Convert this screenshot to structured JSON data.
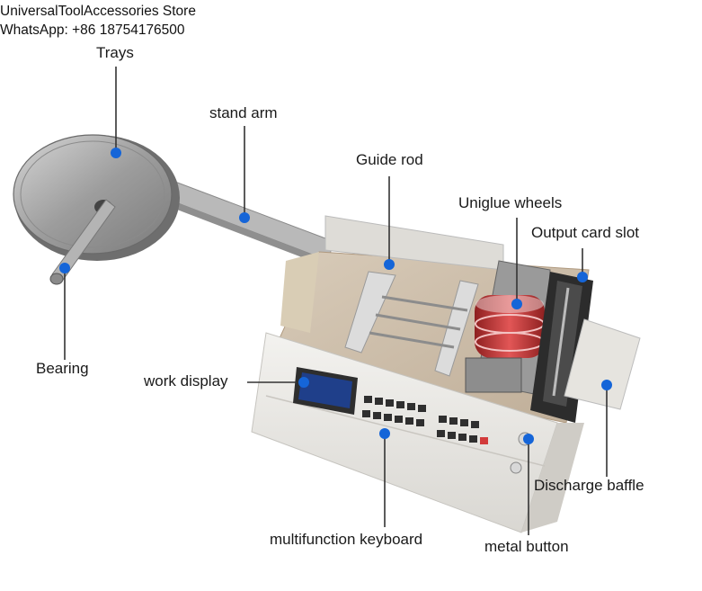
{
  "store": {
    "name": "UniversalToolAccessories Store",
    "whatsapp": "WhatsApp: +86 18754176500"
  },
  "labels": {
    "trays": "Trays",
    "stand_arm": "stand arm",
    "guide_rod": "Guide rod",
    "uniglue_wheels": "Uniglue wheels",
    "output_card_slot": "Output card slot",
    "bearing": "Bearing",
    "work_display": "work display",
    "discharge_baffle": "Discharge baffle",
    "multifunction_keyboard": "multifunction keyboard",
    "metal_button": "metal button"
  },
  "colors": {
    "marker": "#1565d8",
    "leader": "#333333",
    "machine_body": "#e9e7e3",
    "tray_metal": "#a9a9a9",
    "wheel_red": "#c23b3b",
    "display_screen": "#1f3f8a"
  }
}
